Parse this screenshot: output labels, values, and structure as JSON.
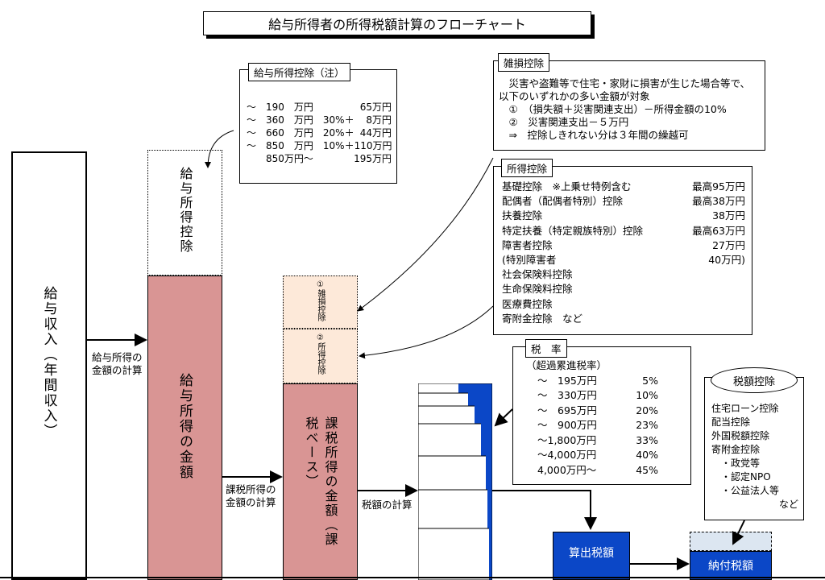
{
  "title": "給与所得者の所得税額計算のフローチャート",
  "columns": {
    "income": "給与収入（年間収入）",
    "kyuyo_kojo": "給与所得控除",
    "kyuyo_shotoku": "給与所得の金額",
    "kazei_base": "課税所得の金額（課税ベース）",
    "zatsuson_tag": "①雑損控除",
    "shotoku_tag": "②所得控除"
  },
  "flow_labels": {
    "step1": "給与所得の金額の計算",
    "step2": "課税所得の金額の計算",
    "step3": "税額の計算"
  },
  "kyuyo_kojo_table": {
    "label": "給与所得控除（注）",
    "rows": [
      {
        "range": "～　190　万円",
        "amount": "65万円"
      },
      {
        "range": "～　360　万円　30%＋",
        "amount": "8万円"
      },
      {
        "range": "～　660　万円　20%＋",
        "amount": "44万円"
      },
      {
        "range": "～　850　万円　10%＋",
        "amount": "110万円"
      },
      {
        "range": "　　850万円～",
        "amount": "195万円"
      }
    ]
  },
  "zatsuson": {
    "label": "雑損控除",
    "lines": [
      "　災害や盗難等で住宅・家財に損害が生じた場合等で、",
      "以下のいずれかの多い金額が対象",
      "　①　（損失額＋災害関連支出）－所得金額の10%",
      "　②　災害関連支出－５万円",
      "　⇒　控除しきれない分は３年間の繰越可"
    ]
  },
  "shotoku_kojo": {
    "label": "所得控除",
    "rows": [
      {
        "name": "基礎控除　※上乗せ特例含む",
        "amount": "最高95万円"
      },
      {
        "name": "配偶者（配偶者特別）控除",
        "amount": "最高38万円"
      },
      {
        "name": "扶養控除",
        "amount": "38万円"
      },
      {
        "name": "特定扶養（特定親族特別）控除",
        "amount": "最高63万円"
      },
      {
        "name": "障害者控除",
        "amount": "27万円"
      },
      {
        "name": "(特別障害者",
        "amount": "40万円)"
      },
      {
        "name": "社会保険料控除",
        "amount": ""
      },
      {
        "name": "生命保険料控除",
        "amount": ""
      },
      {
        "name": "医療費控除",
        "amount": ""
      },
      {
        "name": "寄附金控除　など",
        "amount": ""
      }
    ]
  },
  "zeiritsu": {
    "label": "税　率",
    "subtitle": "（超過累進税率）",
    "rows": [
      {
        "range": "～　195万円",
        "rate": "5%"
      },
      {
        "range": "～　330万円",
        "rate": "10%"
      },
      {
        "range": "～　695万円",
        "rate": "20%"
      },
      {
        "range": "～　900万円",
        "rate": "23%"
      },
      {
        "range": "～1,800万円",
        "rate": "33%"
      },
      {
        "range": "～4,000万円",
        "rate": "40%"
      },
      {
        "range": "4,000万円～",
        "rate": "45%"
      }
    ]
  },
  "zeigaku_kojo": {
    "label": "税額控除",
    "lines": [
      "住宅ローン控除",
      "配当控除",
      "外国税額控除",
      "寄附金控除",
      "　・政党等",
      "　・認定NPO",
      "　・公益法人等",
      "　　　　　　　など"
    ]
  },
  "sanshutsu": "算出税額",
  "nofu": "納付税額",
  "colors": {
    "pink": "#d99594",
    "peach": "#fde9d9",
    "blue": "#0b47c7",
    "lightblue": "#dce6f1"
  }
}
